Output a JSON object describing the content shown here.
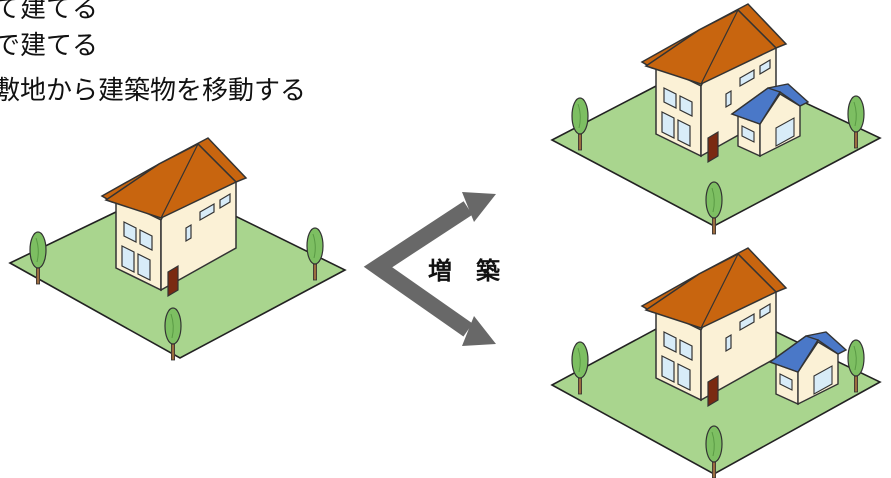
{
  "notes": [
    "て建てる",
    "で建てる",
    "敷地から建築物を移動する"
  ],
  "arrow_label": "増　築",
  "colors": {
    "ground": "#a9d58e",
    "roof": "#c8650f",
    "wall": "#fbf1d6",
    "window": "#d8ecf8",
    "door": "#7a2a12",
    "annex_roof": "#4a78c8",
    "tree": "#7dbf62",
    "arrow": "#686868"
  }
}
